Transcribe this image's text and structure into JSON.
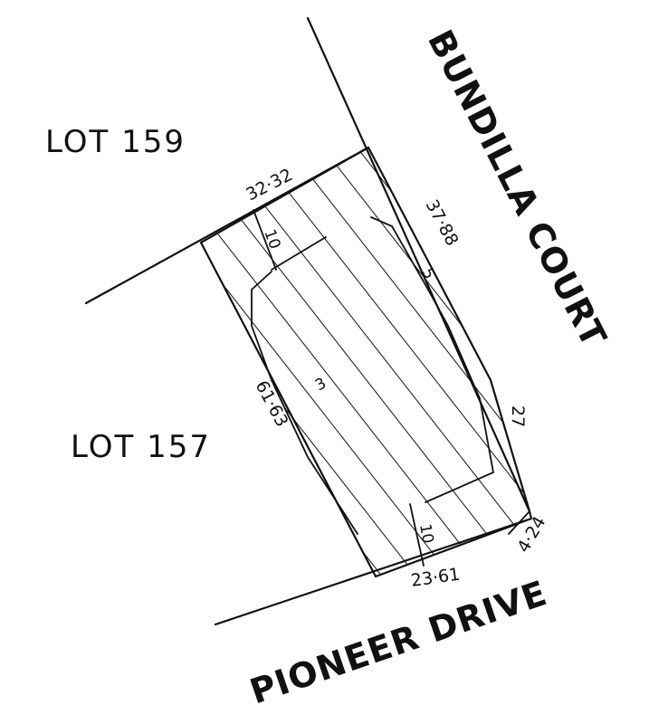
{
  "diagram": {
    "type": "survey-plan",
    "lots": [
      {
        "label": "LOT 159"
      },
      {
        "label": "LOT 157"
      }
    ],
    "roads": [
      {
        "label": "BUNDILLA COURT"
      },
      {
        "label": "PIONEER DRIVE"
      }
    ],
    "parcel": {
      "lot_number": "3",
      "dimensions": {
        "north_boundary": "32·32",
        "west_boundary": "61·63",
        "northeast_boundary": "37·88",
        "east_boundary": "27",
        "south_boundary": "23·61",
        "corner_truncation": "4·24"
      },
      "setbacks": {
        "north": "10",
        "south": "10",
        "east": "5"
      }
    },
    "colors": {
      "ink": "#111111",
      "background": "#ffffff"
    }
  }
}
